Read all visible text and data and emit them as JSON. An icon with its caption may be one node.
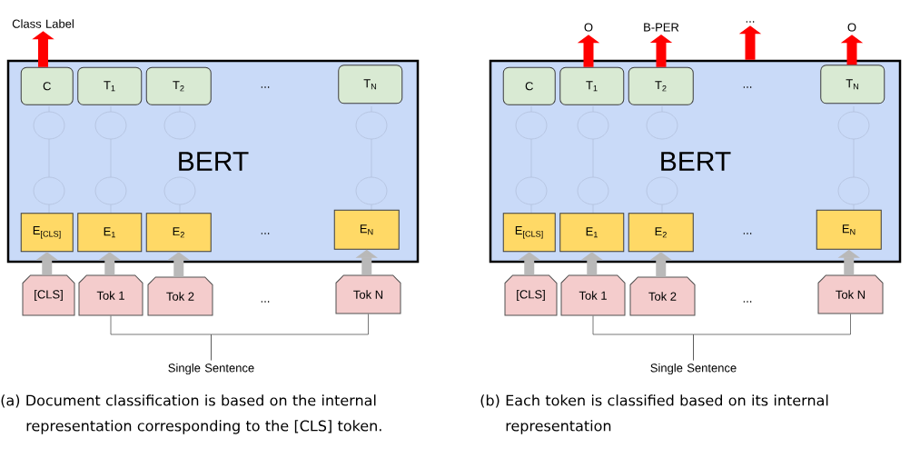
{
  "diagram": {
    "nodes": [
      {
        "text": [
          "BERT"
        ]
      },
      {
        "text": [
          "C"
        ],
        "in": 0
      },
      {
        "text": [
          "T$_{1}$"
        ],
        "in": 0
      },
      {
        "text": [
          "T$_{2}$"
        ],
        "in": 0
      },
      {
        "text": [
          "T$_{N}$"
        ],
        "in": 0
      },
      {
        "text": [
          "E$_{[CLS]}$"
        ],
        "in": 0
      },
      {
        "text": [
          "E$_{1}$"
        ],
        "in": 0
      },
      {
        "text": [
          "E$_{2}$"
        ],
        "in": 0
      },
      {
        "text": [
          "E$_{N}$"
        ],
        "in": 0
      },
      {
        "text": [
          "[CLS]"
        ]
      },
      {
        "text": [
          "Tok 1"
        ]
      },
      {
        "text": [
          "Tok 2"
        ]
      },
      {
        "text": [
          "Tok N"
        ]
      },
      {
        "text": [
          "Single Sentence"
        ]
      },
      {
        "text": [
          "Class Label"
        ]
      },
      {
        "text": [
          "BERT"
        ]
      },
      {
        "text": [
          "C"
        ],
        "in": 15
      },
      {
        "text": [
          "T$_{1}$"
        ],
        "in": 15
      },
      {
        "text": [
          "T$_{2}$"
        ],
        "in": 15
      },
      {
        "text": [
          "T$_{N}$"
        ],
        "in": 15
      },
      {
        "text": [
          "E$_{[CLS]}$"
        ],
        "in": 15
      },
      {
        "text": [
          "E$_{1}$"
        ],
        "in": 15
      },
      {
        "text": [
          "E$_{2}$"
        ],
        "in": 15
      },
      {
        "text": [
          "E$_{N}$"
        ],
        "in": 15
      },
      {
        "text": [
          "[CLS]"
        ]
      },
      {
        "text": [
          "Tok 1"
        ]
      },
      {
        "text": [
          "Tok 2"
        ]
      },
      {
        "text": [
          "Tok N"
        ]
      },
      {
        "text": [
          "Single Sentence"
        ]
      },
      {
        "text": [
          "O"
        ]
      },
      {
        "text": [
          "B-PER"
        ]
      },
      {
        "text": [
          "..."
        ]
      },
      {
        "text": [
          "O"
        ]
      }
    ],
    "edges": [
      {
        "from": 9,
        "to": 5,
        "arrow": "to"
      },
      {
        "from": 10,
        "to": 6,
        "arrow": "to"
      },
      {
        "from": 11,
        "to": 7,
        "arrow": "to"
      },
      {
        "from": 12,
        "to": 8,
        "arrow": "to"
      },
      {
        "from": 1,
        "to": 14,
        "arrow": "to",
        "color": "#ff0000"
      },
      {
        "from": 10,
        "to": 13,
        "arrow": "none",
        "color": "#555555"
      },
      {
        "from": 12,
        "to": 13,
        "arrow": "none",
        "color": "#555555"
      },
      {
        "from": 24,
        "to": 20,
        "arrow": "to"
      },
      {
        "from": 25,
        "to": 21,
        "arrow": "to"
      },
      {
        "from": 26,
        "to": 22,
        "arrow": "to"
      },
      {
        "from": 27,
        "to": 23,
        "arrow": "to"
      },
      {
        "from": 17,
        "to": 29,
        "arrow": "to",
        "color": "#ff0000"
      },
      {
        "from": 18,
        "to": 30,
        "arrow": "to",
        "color": "#ff0000"
      },
      {
        "from": 15,
        "to": 31,
        "arrow": "to",
        "color": "#ff0000"
      },
      {
        "from": 19,
        "to": 32,
        "arrow": "to",
        "color": "#ff0000"
      },
      {
        "from": 25,
        "to": 28,
        "arrow": "none",
        "color": "#555555"
      },
      {
        "from": 27,
        "to": 28,
        "arrow": "none",
        "color": "#555555"
      }
    ],
    "labels": [
      "...",
      "...",
      "...",
      "...",
      "...",
      "...",
      "(a) Document classification is based on the internal representation corresponding to the [CLS] token.",
      "(b) Each token is classified based on its internal representation"
    ]
  }
}
